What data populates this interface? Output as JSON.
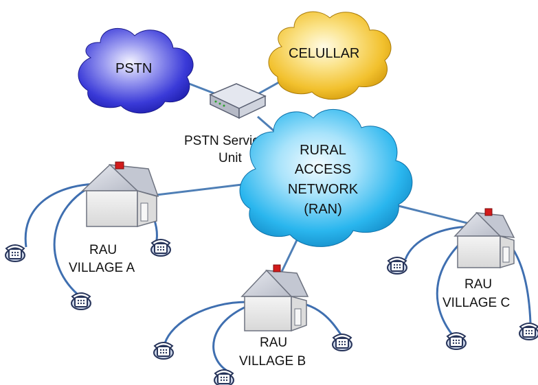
{
  "clouds": {
    "pstn": "PSTN",
    "cellular": "CELULLAR",
    "ran": [
      "RURAL",
      "ACCESS",
      "NETWORK",
      "(RAN)"
    ]
  },
  "service_unit": [
    "PSTN Service",
    "Unit"
  ],
  "villages": {
    "a": [
      "RAU",
      "VILLAGE A"
    ],
    "b": [
      "RAU",
      "VILLAGE B"
    ],
    "c": [
      "RAU",
      "VILLAGE C"
    ]
  },
  "colors": {
    "pstn_cloud": "#3a3ad8",
    "cellular_cloud": "#f2c12e",
    "ran_cloud": "#2ab6ee",
    "link": "#4f7fb6",
    "cable": "#3f6fb0",
    "house_wall": "#eeeeee",
    "antenna": "#d21b1b"
  },
  "icons": {
    "house": "house-icon",
    "phone": "telephone-icon",
    "service_unit": "service-unit-icon",
    "antenna": "antenna-icon"
  }
}
